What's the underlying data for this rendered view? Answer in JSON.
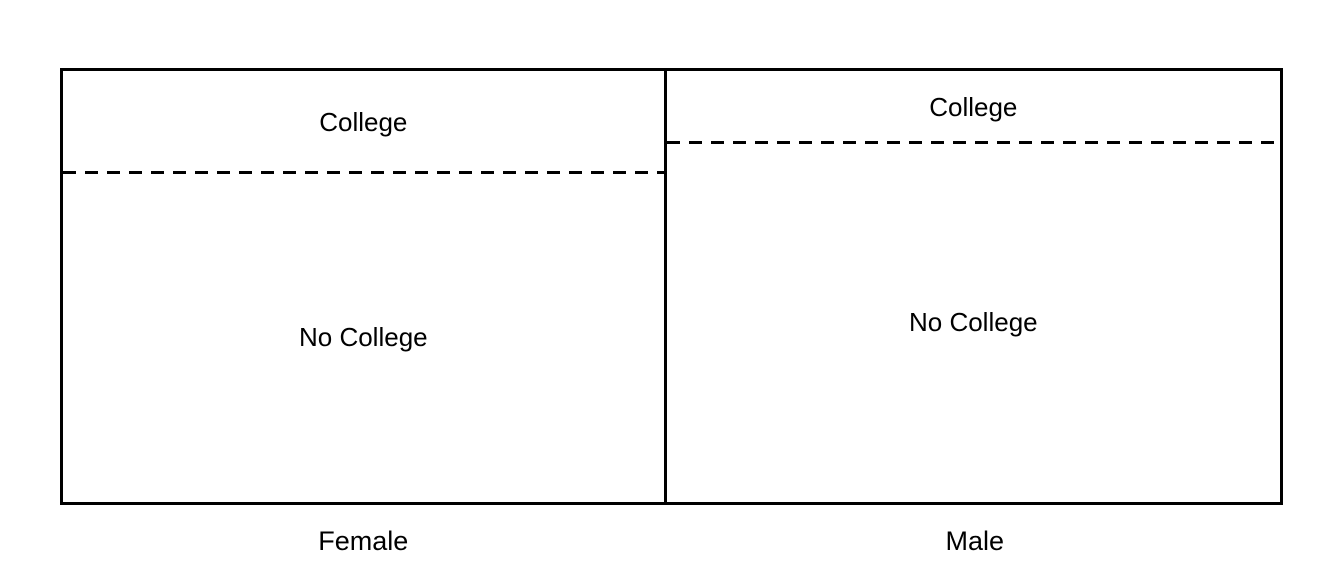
{
  "canvas": {
    "background": "#ffffff",
    "line_color": "#000000"
  },
  "chart_data": {
    "type": "mosaic",
    "title": "",
    "xlabel": "",
    "ylabel": "",
    "x_categories": [
      "Female",
      "Male"
    ],
    "y_categories": [
      "College",
      "No College"
    ],
    "column_width_proportions": [
      0.496,
      0.504
    ],
    "series": [
      {
        "category": "Female",
        "segments": [
          {
            "label": "College",
            "proportion": 0.236
          },
          {
            "label": "No College",
            "proportion": 0.764
          }
        ]
      },
      {
        "category": "Male",
        "segments": [
          {
            "label": "College",
            "proportion": 0.165
          },
          {
            "label": "No College",
            "proportion": 0.835
          }
        ]
      }
    ],
    "segment_divider_style": "dashed",
    "grid": false,
    "legend": false
  },
  "panels": [
    {
      "axis_label": "Female",
      "top_label": "College",
      "bottom_label": "No College"
    },
    {
      "axis_label": "Male",
      "top_label": "College",
      "bottom_label": "No College"
    }
  ]
}
